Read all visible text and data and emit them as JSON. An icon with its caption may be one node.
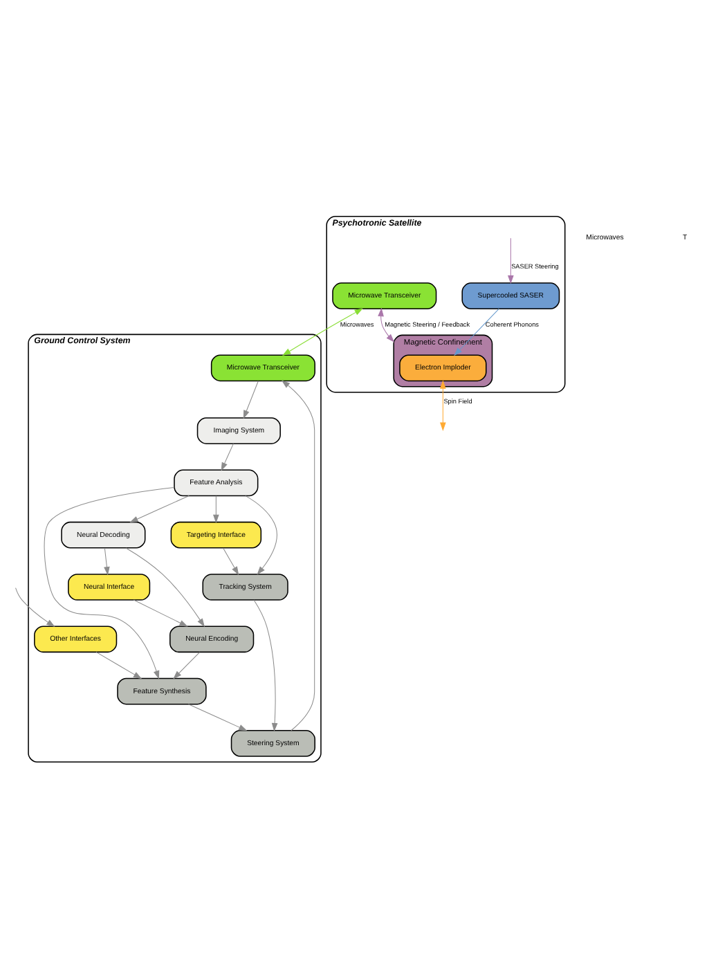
{
  "diagram": {
    "nodes": [
      {
        "text": [
          "Psychotronic Satellite"
        ]
      },
      {
        "text": [
          "Supercooled SASER"
        ],
        "in": 0
      },
      {
        "text": [
          "Magnetic Confinement"
        ],
        "in": 0
      },
      {
        "text": [
          "Electron Imploder"
        ],
        "in": 2
      },
      {
        "text": [
          "Microwave Transceiver"
        ],
        "in": 0
      },
      {
        "text": [
          "Ground Control System"
        ]
      },
      {
        "text": [
          "Imaging System"
        ],
        "in": 5
      },
      {
        "text": [
          "Microwave Transceiver"
        ],
        "in": 5
      },
      {
        "text": [
          "Tracking System"
        ],
        "in": 5
      },
      {
        "text": [
          "Steering System"
        ],
        "in": 5
      },
      {
        "text": [
          "Feature Analysis"
        ],
        "in": 5
      },
      {
        "text": [
          "Feature Synthesis"
        ],
        "in": 5
      },
      {
        "text": [
          "Neural Decoding"
        ],
        "in": 5
      },
      {
        "text": [
          "Neural Encoding"
        ],
        "in": 5
      },
      {
        "text": [
          "Targeting Interface"
        ],
        "in": 5
      },
      {
        "text": [
          "Neural Interface"
        ],
        "in": 5
      },
      {
        "text": [
          "Other Interfaces"
        ],
        "in": 5
      }
    ],
    "edges": [
      {
        "from": 1,
        "to": 3,
        "arrow": "to",
        "label": "Coherent Phonons",
        "color": "#6699cc"
      },
      {
        "from": 3,
        "to": null,
        "arrow": "both",
        "label": "Spin Field",
        "color": "#ffaa33"
      },
      {
        "from": 4,
        "to": 2,
        "arrow": "both",
        "label": "Magnetic Steering / Feedback",
        "color": "#aa77aa"
      },
      {
        "from": null,
        "to": 1,
        "arrow": "to",
        "label": "SASER Steering",
        "color": "#aa77aa"
      },
      {
        "from": 7,
        "to": 4,
        "arrow": "both",
        "label": "Microwaves",
        "color": "#88dd33"
      },
      {
        "from": 7,
        "to": 6,
        "arrow": "to"
      },
      {
        "from": 9,
        "to": 7,
        "arrow": "to"
      },
      {
        "from": 8,
        "to": 9,
        "arrow": "to"
      },
      {
        "from": 6,
        "to": 10,
        "arrow": "to"
      },
      {
        "from": 10,
        "to": 8,
        "arrow": "to"
      },
      {
        "from": 10,
        "to": 11,
        "arrow": "to"
      },
      {
        "from": 11,
        "to": 9,
        "arrow": "to"
      },
      {
        "from": 10,
        "to": 12,
        "arrow": "to"
      },
      {
        "from": 10,
        "to": 14,
        "arrow": "to"
      },
      {
        "from": 12,
        "to": 13,
        "arrow": "to"
      },
      {
        "from": 12,
        "to": 15,
        "arrow": "to"
      },
      {
        "from": 15,
        "to": 13,
        "arrow": "to"
      },
      {
        "from": 13,
        "to": 11,
        "arrow": "to"
      },
      {
        "from": 16,
        "to": 11,
        "arrow": "to"
      },
      {
        "from": 14,
        "to": 8,
        "arrow": "to"
      },
      {
        "from": null,
        "to": 16,
        "arrow": "to"
      }
    ],
    "labels": [
      "Microwaves",
      "T"
    ]
  }
}
